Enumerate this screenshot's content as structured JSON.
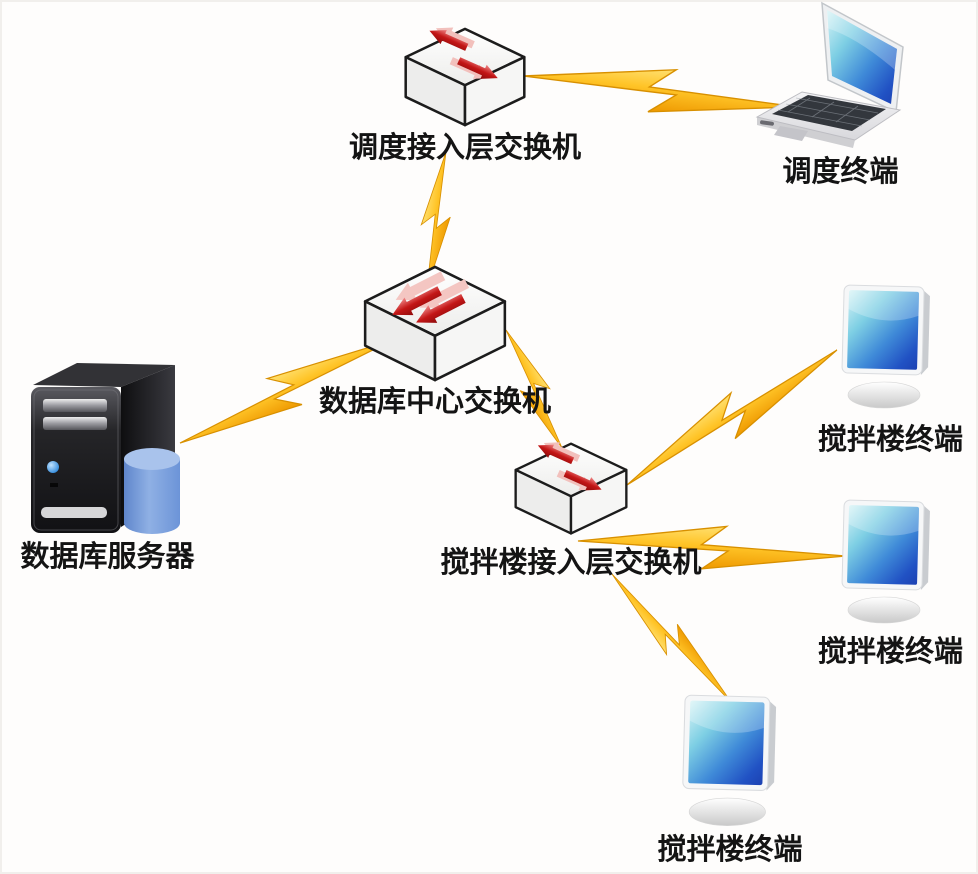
{
  "diagram": {
    "title": "",
    "nodes": [
      {
        "id": "dispatch-access-switch",
        "type": "access-switch",
        "label": "调度接入层交换机"
      },
      {
        "id": "dispatch-terminal",
        "type": "laptop",
        "label": "调度终端"
      },
      {
        "id": "database-center-switch",
        "type": "core-switch",
        "label": "数据库中心交换机"
      },
      {
        "id": "database-server",
        "type": "server",
        "label": "数据库服务器"
      },
      {
        "id": "mixing-access-switch",
        "type": "access-switch",
        "label": "搅拌楼接入层交换机"
      },
      {
        "id": "mixing-terminal-1",
        "type": "monitor",
        "label": "搅拌楼终端"
      },
      {
        "id": "mixing-terminal-2",
        "type": "monitor",
        "label": "搅拌楼终端"
      },
      {
        "id": "mixing-terminal-3",
        "type": "monitor",
        "label": "搅拌楼终端"
      }
    ],
    "connections": [
      {
        "from": "dispatch-access-switch",
        "to": "dispatch-terminal",
        "style": "lightning"
      },
      {
        "from": "dispatch-access-switch",
        "to": "database-center-switch",
        "style": "lightning"
      },
      {
        "from": "database-center-switch",
        "to": "database-server",
        "style": "lightning"
      },
      {
        "from": "database-center-switch",
        "to": "mixing-access-switch",
        "style": "lightning"
      },
      {
        "from": "mixing-access-switch",
        "to": "mixing-terminal-1",
        "style": "lightning"
      },
      {
        "from": "mixing-access-switch",
        "to": "mixing-terminal-2",
        "style": "lightning"
      },
      {
        "from": "mixing-access-switch",
        "to": "mixing-terminal-3",
        "style": "lightning"
      }
    ],
    "icon_names": [
      "switch-icon",
      "core-switch-icon",
      "server-icon",
      "laptop-icon",
      "monitor-icon",
      "lightning-link-icon"
    ],
    "colors": {
      "link_yellow": "#FFC427",
      "link_yellow_dark": "#EE9800",
      "switch_arrow_red": "#C31616",
      "screen_blue_dark": "#1C41B2",
      "screen_blue_light": "#D9F4F6",
      "server_body": "#1A1A1D",
      "database_cylinder": "#7FA4DE",
      "label_text": "#141414",
      "background": "#FEFDFC"
    }
  }
}
